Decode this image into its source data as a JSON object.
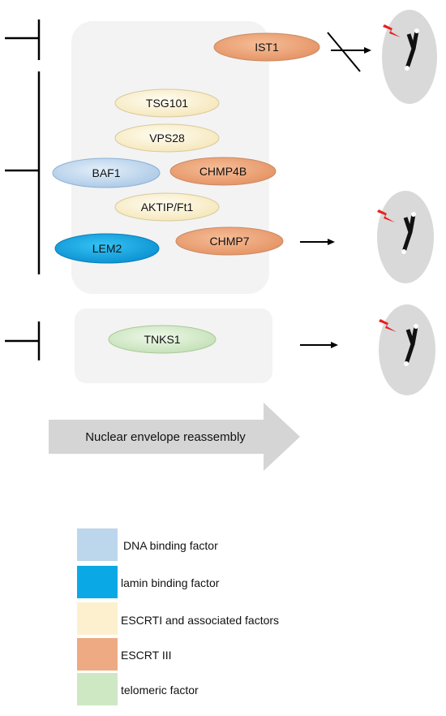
{
  "proteins": {
    "ist1": "IST1",
    "tsg101": "TSG101",
    "vps28": "VPS28",
    "baf1": "BAF1",
    "chmp4b": "CHMP4B",
    "aktip": "AKTIP/Ft1",
    "lem2": "LEM2",
    "chmp7": "CHMP7",
    "tnks1": "TNKS1"
  },
  "process_arrow": "Nuclear envelope reassembly",
  "legend": [
    {
      "label": "DNA binding factor",
      "color": "#bcd6ec"
    },
    {
      "label": "lamin binding factor",
      "color": "#0aa9e6"
    },
    {
      "label": "ESCRTI and associated factors",
      "color": "#fdf0cf"
    },
    {
      "label": "ESCRT III",
      "color": "#eeaa82"
    },
    {
      "label": "telomeric factor",
      "color": "#cfe8c4"
    }
  ],
  "colors": {
    "dna_binding": "#bcd6ec",
    "lamin_binding": "#0aa9e6",
    "escrt1": "#fdf0cf",
    "escrt3": "#eeaa82",
    "telomeric": "#cfe8c4",
    "group_box": "#f3f3f3",
    "cell": "#d9d9d9",
    "damage_bolt": "#e8201f"
  }
}
